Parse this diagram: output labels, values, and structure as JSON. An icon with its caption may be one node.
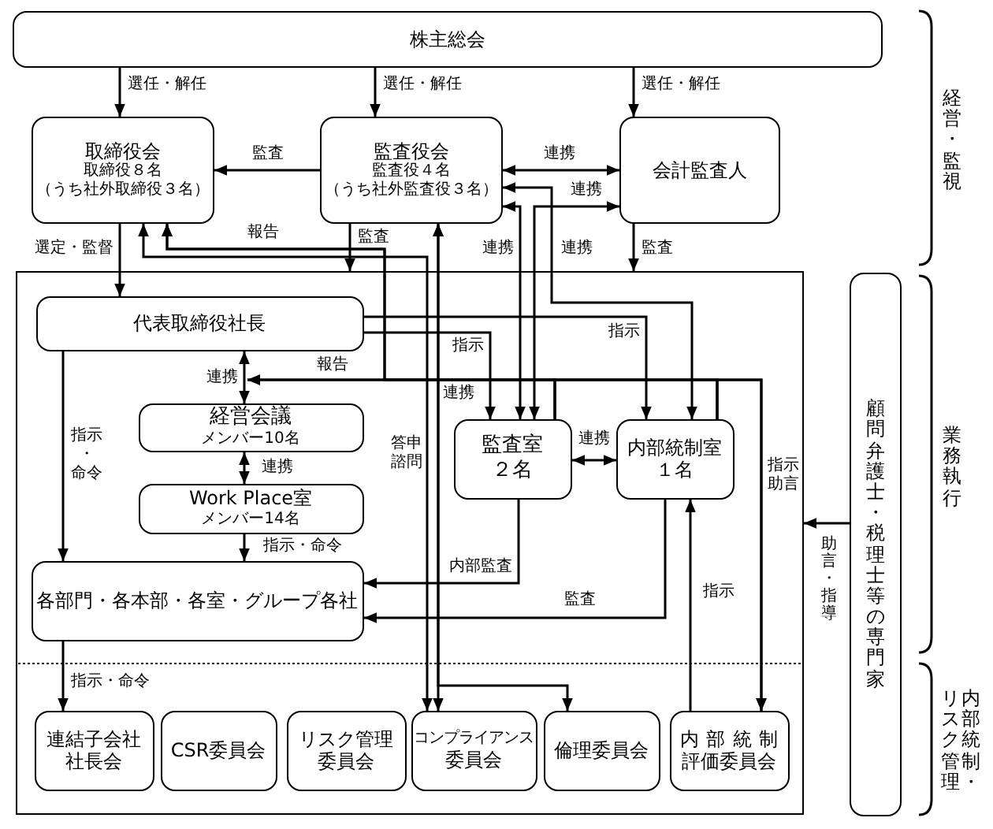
{
  "diagram": {
    "nodes": [
      {
        "text": [
          "株主総会"
        ]
      },
      {
        "text": [
          "取締役会",
          "取締役８名",
          "（うち社外取締役３名）"
        ]
      },
      {
        "text": [
          "監査役会",
          "監査役４名",
          "（うち社外監査役３名）"
        ]
      },
      {
        "text": [
          "会計監査人"
        ]
      },
      {
        "text": [],
        "shape": "box"
      },
      {
        "text": [
          "代表取締役社長"
        ],
        "in": 4
      },
      {
        "text": [
          "経営会議",
          "メンバー10名"
        ],
        "in": 4
      },
      {
        "text": [
          "Work Place室",
          "メンバー14名"
        ],
        "in": 4
      },
      {
        "text": [
          "監査室",
          "２名"
        ],
        "in": 4
      },
      {
        "text": [
          "内部統制室",
          "１名"
        ],
        "in": 4
      },
      {
        "text": [
          "各部門・各本部・各室・グループ各社"
        ],
        "in": 4
      },
      {
        "text": [
          "連結子会社社長会"
        ],
        "in": 4
      },
      {
        "text": [
          "CSR委員会"
        ],
        "in": 4
      },
      {
        "text": [
          "リスク管理委員会"
        ],
        "in": 4
      },
      {
        "text": [
          "コンプライアンス委員会"
        ],
        "in": 4
      },
      {
        "text": [
          "倫理委員会"
        ],
        "in": 4
      },
      {
        "text": [
          "内部統制評価委員会"
        ],
        "in": 4
      },
      {
        "text": [
          "顧問弁護士・税理士等の専門家"
        ]
      }
    ],
    "edges": [
      {
        "from": 0,
        "to": 1,
        "arrow": "to",
        "label": "選任・解任"
      },
      {
        "from": 0,
        "to": 2,
        "arrow": "to",
        "label": "選任・解任"
      },
      {
        "from": 0,
        "to": 3,
        "arrow": "to",
        "label": "選任・解任"
      },
      {
        "from": 2,
        "to": 1,
        "arrow": "to",
        "label": "監査"
      },
      {
        "from": 2,
        "to": 3,
        "arrow": "both",
        "label": "連携"
      },
      {
        "from": 3,
        "to": 8,
        "arrow": "both",
        "label": "連携"
      },
      {
        "from": 2,
        "to": 8,
        "arrow": "both",
        "label": "連携"
      },
      {
        "from": 2,
        "to": 9,
        "arrow": "both",
        "label": "連携"
      },
      {
        "from": 1,
        "to": 5,
        "arrow": "to",
        "label": "選定・監督"
      },
      {
        "from": 2,
        "to": 4,
        "arrow": "to",
        "label": "監査"
      },
      {
        "from": 3,
        "to": 4,
        "arrow": "to",
        "label": "監査"
      },
      {
        "from": 8,
        "to": 1,
        "arrow": "to",
        "label": "報告"
      },
      {
        "from": 9,
        "to": 1,
        "arrow": "to"
      },
      {
        "from": 8,
        "to": 6,
        "arrow": "to",
        "label": "報告"
      },
      {
        "from": 9,
        "to": 6,
        "arrow": "to"
      },
      {
        "from": 8,
        "to": 16,
        "arrow": "to",
        "label": "指示助言"
      },
      {
        "from": 9,
        "to": 16,
        "arrow": "to"
      },
      {
        "from": 1,
        "to": 14,
        "arrow": "both",
        "label": "答申諮問"
      },
      {
        "from": 2,
        "to": 14,
        "arrow": "both"
      },
      {
        "from": 2,
        "to": 15,
        "arrow": "both"
      },
      {
        "from": 5,
        "to": 8,
        "arrow": "to",
        "label": "指示"
      },
      {
        "from": 5,
        "to": 9,
        "arrow": "to",
        "label": "指示"
      },
      {
        "from": 5,
        "to": 6,
        "arrow": "both",
        "label": "連携"
      },
      {
        "from": 6,
        "to": 7,
        "arrow": "both",
        "label": "連携"
      },
      {
        "from": 7,
        "to": 10,
        "arrow": "to",
        "label": "指示・命令"
      },
      {
        "from": 5,
        "to": 10,
        "arrow": "to",
        "label": "指示・命令"
      },
      {
        "from": 8,
        "to": 9,
        "arrow": "both",
        "label": "連携"
      },
      {
        "from": 8,
        "to": 10,
        "arrow": "to",
        "label": "内部監査"
      },
      {
        "from": 9,
        "to": 10,
        "arrow": "to",
        "label": "監査"
      },
      {
        "from": 16,
        "to": 9,
        "arrow": "to",
        "label": "指示"
      },
      {
        "from": 17,
        "to": 4,
        "arrow": "to",
        "label": "助言・指導"
      },
      {
        "from": 10,
        "to": 11,
        "arrow": "to",
        "label": "指示・命令"
      }
    ],
    "labels": [
      "経営・監視",
      "連携",
      "業務執行",
      "内部統制・リスク管理"
    ]
  }
}
